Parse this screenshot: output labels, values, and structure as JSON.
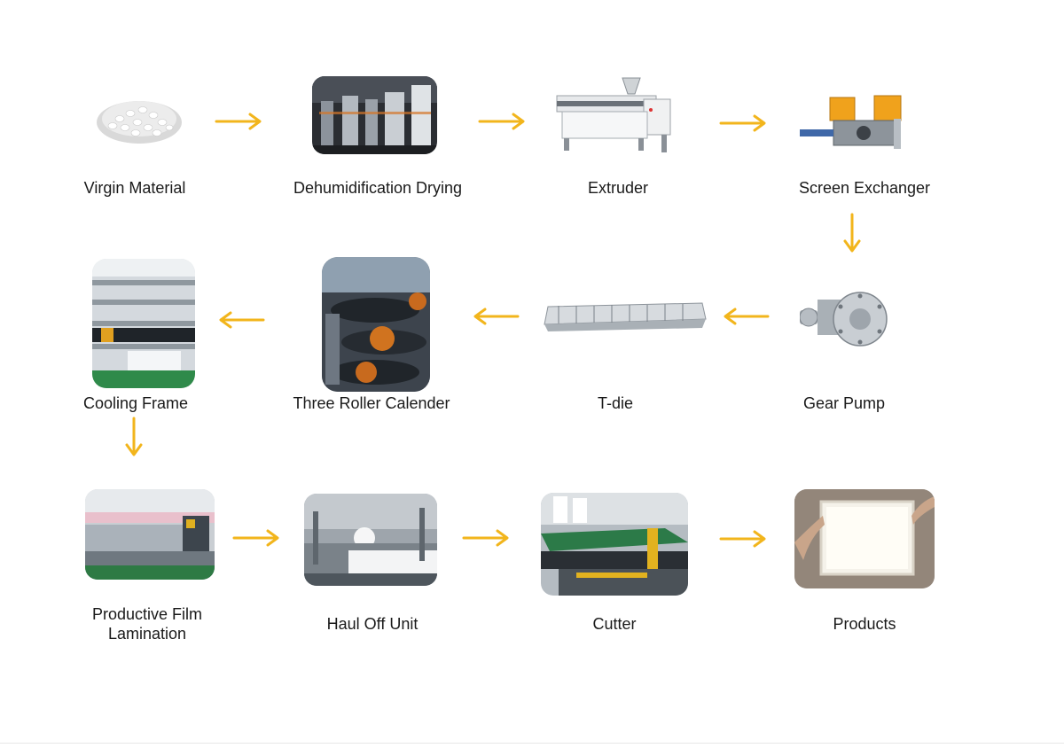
{
  "accent_color": "#f2b51c",
  "steps": [
    {
      "label": "Virgin Material",
      "icon": "plastic-pellets-icon"
    },
    {
      "label": "Dehumidification Drying",
      "icon": "dryer-photo"
    },
    {
      "label": "Extruder",
      "icon": "extruder-icon"
    },
    {
      "label": "Screen Exchanger",
      "icon": "screen-exchanger-icon"
    },
    {
      "label": "Gear Pump",
      "icon": "gear-pump-icon"
    },
    {
      "label": "T-die",
      "icon": "t-die-icon"
    },
    {
      "label": "Three Roller Calender",
      "icon": "calender-photo"
    },
    {
      "label": "Cooling Frame",
      "icon": "cooling-frame-photo"
    },
    {
      "label": "Productive Film Lamination",
      "icon": "lamination-photo"
    },
    {
      "label": "Haul Off Unit",
      "icon": "haul-off-photo"
    },
    {
      "label": "Cutter",
      "icon": "cutter-photo"
    },
    {
      "label": "Products",
      "icon": "products-photo"
    }
  ]
}
